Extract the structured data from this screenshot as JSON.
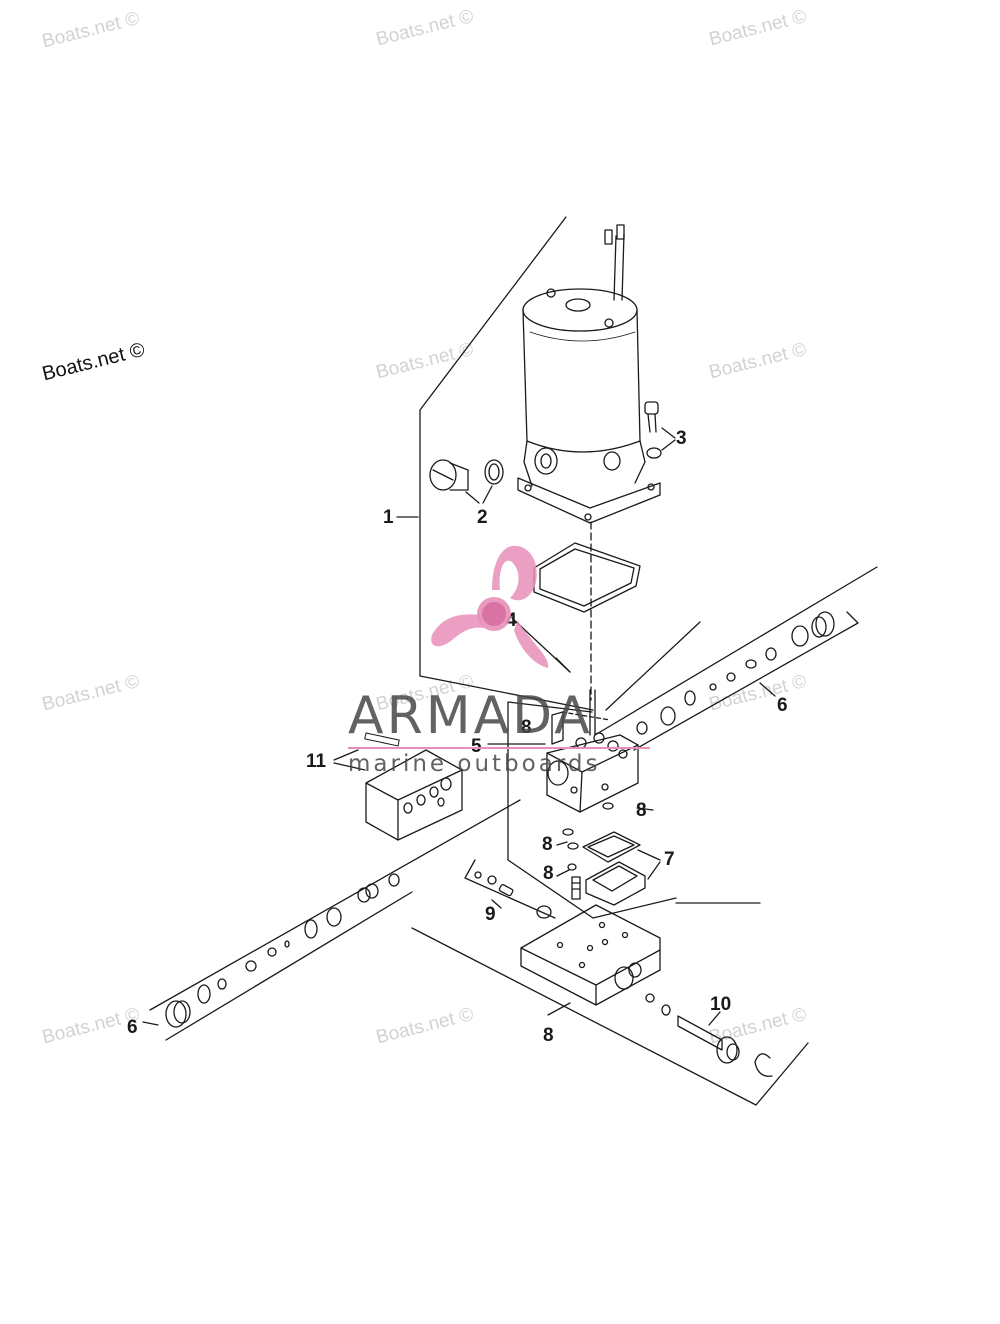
{
  "watermark": {
    "text_strong": "Boats.net ©",
    "text_faint": "Boats.net ©"
  },
  "brand": {
    "name": "ARMADA",
    "tagline": "marine outboards",
    "logo_color": "#e78fb8"
  },
  "callouts": [
    "1",
    "2",
    "3",
    "4",
    "5",
    "6",
    "6",
    "7",
    "8",
    "8",
    "8",
    "8",
    "8",
    "9",
    "10",
    "11"
  ],
  "colors": {
    "line": "#1a1a1a",
    "watermark": "#d2d2d2"
  }
}
